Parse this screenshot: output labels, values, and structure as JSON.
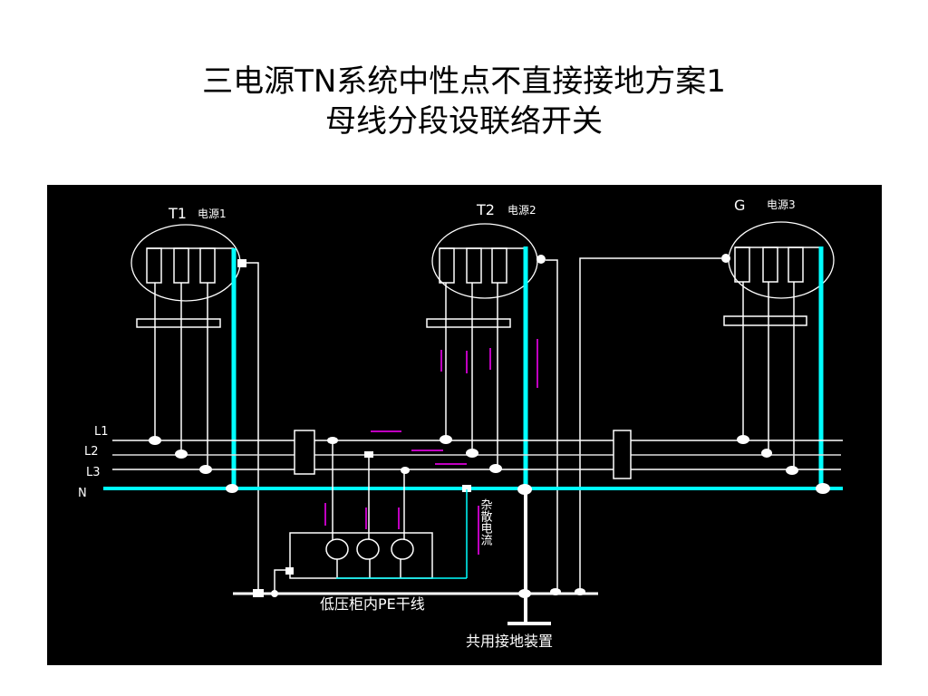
{
  "slide": {
    "title_line1": "三电源TN系统中性点不直接接地方案1",
    "title_line2": "母线分段设联络开关"
  },
  "diagram": {
    "sources": [
      {
        "id": "T1",
        "label": "T1",
        "caption": "电源1"
      },
      {
        "id": "T2",
        "label": "T2",
        "caption": "电源2"
      },
      {
        "id": "G",
        "label": "G",
        "caption": "电源3"
      }
    ],
    "bus_labels": {
      "l1": "L1",
      "l2": "L2",
      "l3": "L3",
      "n": "N"
    },
    "pe_trunk_label": "低压柜内PE干线",
    "grounding_label": "共用接地装置",
    "stray_current_label": "杂散电流",
    "colors": {
      "background": "#000000",
      "conductor": "#ffffff",
      "neutral": "#00ffff",
      "current_arrow": "#ff00ff"
    }
  }
}
